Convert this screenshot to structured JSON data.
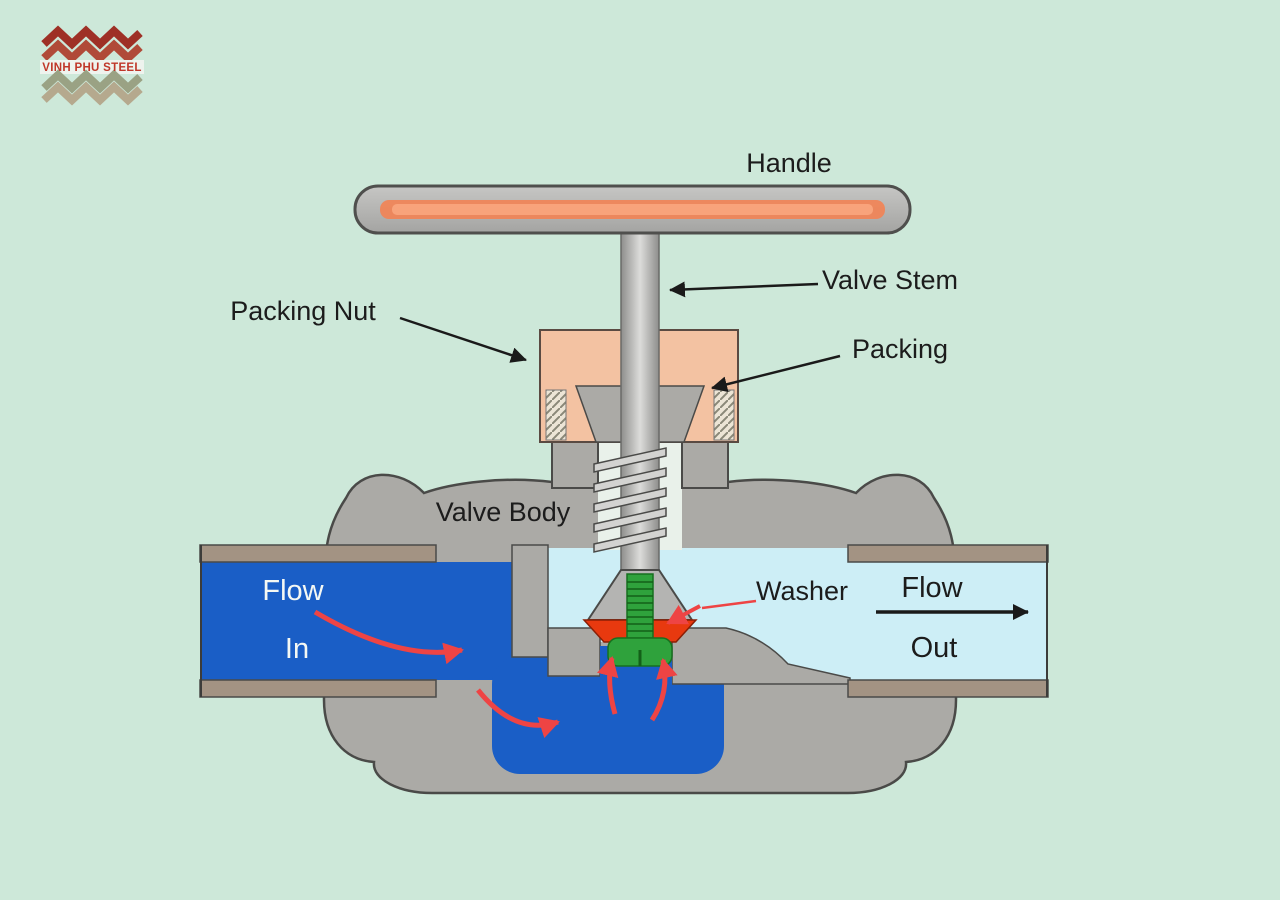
{
  "logo": {
    "text": "VINH PHU STEEL"
  },
  "labels": {
    "handle": "Handle",
    "valve_stem": "Valve Stem",
    "packing_nut": "Packing Nut",
    "packing": "Packing",
    "valve_body": "Valve Body",
    "washer": "Washer",
    "flow_in_line1": "Flow",
    "flow_in_line2": "In",
    "flow_out_line1": "Flow",
    "flow_out_line2": "Out"
  },
  "colors": {
    "background": "#cde8d9",
    "body_gray": "#abaaa6",
    "inlet_blue": "#1a5ec6",
    "outlet_cyan": "#cdeef6",
    "packing_salmon": "#f3c2a2",
    "washer_red": "#e8390f",
    "disc_green": "#2fa23c",
    "handle_accent": "#ef8558",
    "pipe_wall_tan": "#a39383",
    "flow_arrow_red": "#ee4444",
    "label_text": "#1c1c1c"
  }
}
